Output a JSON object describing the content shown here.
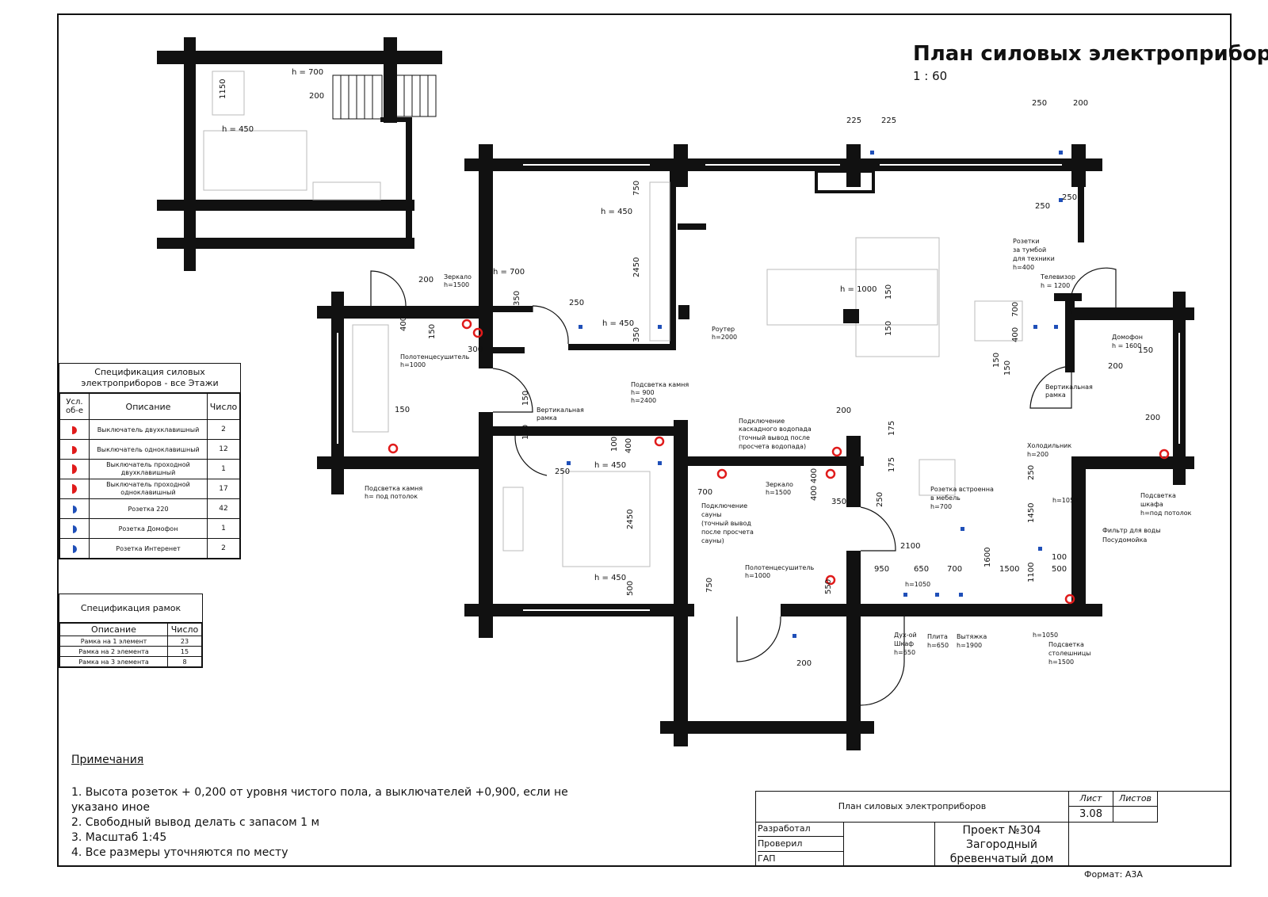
{
  "drawing": {
    "title": "План силовых электроприборов",
    "scale": "1 : 60"
  },
  "spec_devices": {
    "title": "Спецификация силовых электроприборов - все Этажи",
    "columns": [
      "Усл. об-е",
      "Описание",
      "Число"
    ],
    "rows": [
      {
        "icon": "switch-double-icon",
        "description": "Выключатель двухклавишный",
        "count": "2"
      },
      {
        "icon": "switch-single-icon",
        "description": "Выключатель одноклавишный",
        "count": "12"
      },
      {
        "icon": "pass-switch-double-icon",
        "description": "Выключатель проходной двухклавишный",
        "count": "1"
      },
      {
        "icon": "pass-switch-single-icon",
        "description": "Выключатель проходной одноклавишный",
        "count": "17"
      },
      {
        "icon": "socket-220-icon",
        "description": "Розетка 220",
        "count": "42"
      },
      {
        "icon": "socket-intercom-icon",
        "description": "Розетка Домофон",
        "count": "1"
      },
      {
        "icon": "socket-internet-icon",
        "description": "Розетка Интеренет",
        "count": "2"
      }
    ]
  },
  "spec_frames": {
    "title": "Спецификация рамок",
    "columns": [
      "Описание",
      "Число"
    ],
    "rows": [
      {
        "description": "Рамка на 1 элемент",
        "count": "23"
      },
      {
        "description": "Рамка на 2 элемента",
        "count": "15"
      },
      {
        "description": "Рамка на 3 элемента",
        "count": "8"
      }
    ]
  },
  "notes": {
    "heading": "Примечания",
    "items": [
      "1. Высота розеток + 0,200 от уровня чистого пола, а выключателей +0,900, если не указано иное",
      "2. Свободный вывод делать с запасом 1 м",
      "3. Масштаб 1:45",
      "4. Все размеры уточняются по месту"
    ]
  },
  "title_block": {
    "sheet_name": "План силовых электроприборов",
    "sheet_label": "Лист",
    "sheets_label": "Листов",
    "sheet_number": "3.08",
    "developed_label": "Разработал",
    "checked_label": "Проверил",
    "gap_label": "ГАП",
    "project": "Проект №304 Загородный бревенчатый дом",
    "format": "Формат: А3А"
  },
  "annotations": {
    "mirror_1500": "Зеркало h=1500",
    "towel_1000": "Полотенцесушитель h=1000",
    "router": "Роутер h=2000",
    "fireplace_light": "Подсветка камня h= 900 h=2400",
    "vertical_frame": "Вертикальная рамка",
    "fireplace_light_ceiling": "Подсветка камня h= под потолок",
    "cascade": "Подключение каскадного водопада (точный вывод после просчета водопада)",
    "mirror2": "Зеркало h=1500",
    "sauna": "Подключение сауны (точный вывод после просчета сауны)",
    "towel2": "Полотенцесушитель h=1000",
    "furniture_socket": "Розетка встроенна в мебель h=700",
    "tv_sockets": "Розетки за тумбой для техники h=400",
    "tv": "Телевизор h = 1200",
    "intercom": "Домофон h = 1600",
    "vertical_frame2": "Вертикальная рамка",
    "fridge": "Холодильник h=200",
    "wardrobe_light": "Подсветка шкафа h=под потолок",
    "water_filter": "Фильтр для воды Посудомойка",
    "oven": "Дух-ой Шкаф h=650",
    "hob": "Плита h=650",
    "hood": "Вытяжка h=1900",
    "h1050": "h=1050",
    "counter_light": "Подсветка столешницы h=1500"
  },
  "dims": {
    "d200": "200",
    "d225": "225",
    "d250": "250",
    "d150": "150",
    "d400": "400",
    "d300": "300",
    "d350": "350",
    "d700": "700",
    "d750": "750",
    "d100": "100",
    "d500": "500",
    "d550": "550",
    "d175": "175",
    "d950": "950",
    "d650": "650",
    "d1500": "1500",
    "d1600": "1600",
    "d1100": "1100",
    "d1150": "1150",
    "d1200": "1200",
    "d1450": "1450",
    "d2100": "2100",
    "d2450": "2450",
    "h450": "h = 450",
    "h700": "h = 700",
    "h1000": "h = 1000",
    "h1050": "h=1050"
  },
  "colors": {
    "wall": "#111111",
    "switch": "#e01b1b",
    "socket": "#1f4fb8"
  }
}
